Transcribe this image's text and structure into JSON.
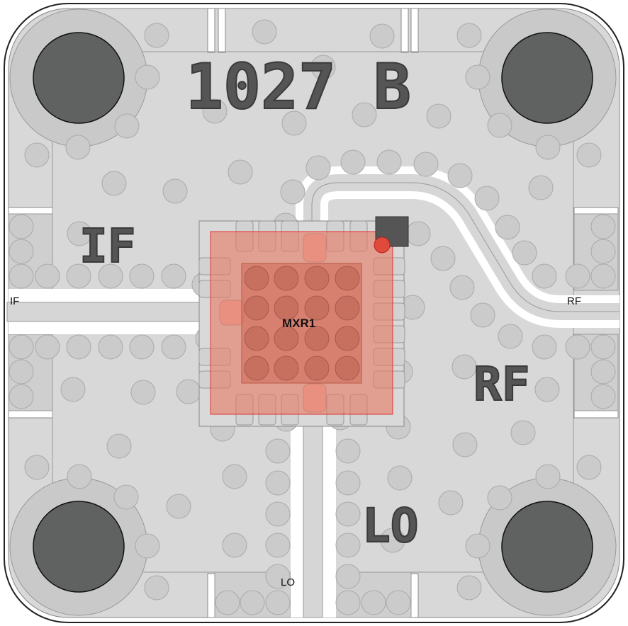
{
  "board": {
    "silkscreen_title": "1027 B",
    "silkscreen_labels": {
      "if": "IF",
      "rf": "RF",
      "lo": "LO"
    },
    "port_labels": {
      "if": "IF",
      "rf": "RF",
      "lo": "LO"
    },
    "component": {
      "reference": "MXR1"
    }
  },
  "colors": {
    "ground_plane": "#d8d8d8",
    "board_outline": "#222222",
    "pad": "#d2d2d2",
    "via": "#c9c9c9",
    "mounting_hole": "#606262",
    "component_body": "#e37a63",
    "trace_gap": "#ffffff",
    "pin1_marker": "#e04a3a"
  },
  "icons": {
    "pin1": "circle-marker",
    "mounting_holes": "plated-hole"
  }
}
